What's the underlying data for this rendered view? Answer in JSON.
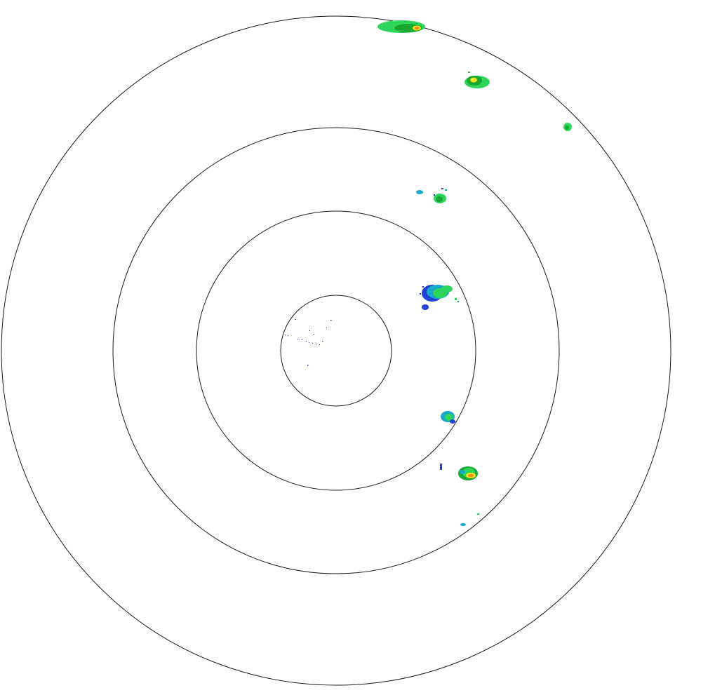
{
  "radar": {
    "palette": {
      "background": "#ffffff",
      "range_ring": "#1a1a1a",
      "clutter": "#2a2aa8",
      "echo_weak_blue": "#1f3fd6",
      "echo_light": "#1aa8c8",
      "echo_moderate": "#2fd45a",
      "echo_heavy": "#18a832",
      "echo_intense": "#f0e020",
      "echo_core": "#f08a10"
    },
    "range_rings": [
      {
        "ring": 1
      },
      {
        "ring": 2
      },
      {
        "ring": 3
      },
      {
        "ring": 4
      }
    ],
    "precipitation_cells": [
      {
        "id": "north-edge-cell",
        "intensity": "intense"
      },
      {
        "id": "northeast-cell",
        "intensity": "intense"
      },
      {
        "id": "far-east-speck",
        "intensity": "moderate"
      },
      {
        "id": "mid-northeast-cluster",
        "intensity": "moderate"
      },
      {
        "id": "east-cluster",
        "intensity": "moderate"
      },
      {
        "id": "southeast-cell",
        "intensity": "moderate"
      },
      {
        "id": "south-southeast-cell",
        "intensity": "intense"
      },
      {
        "id": "southern-specks",
        "intensity": "light"
      }
    ]
  }
}
